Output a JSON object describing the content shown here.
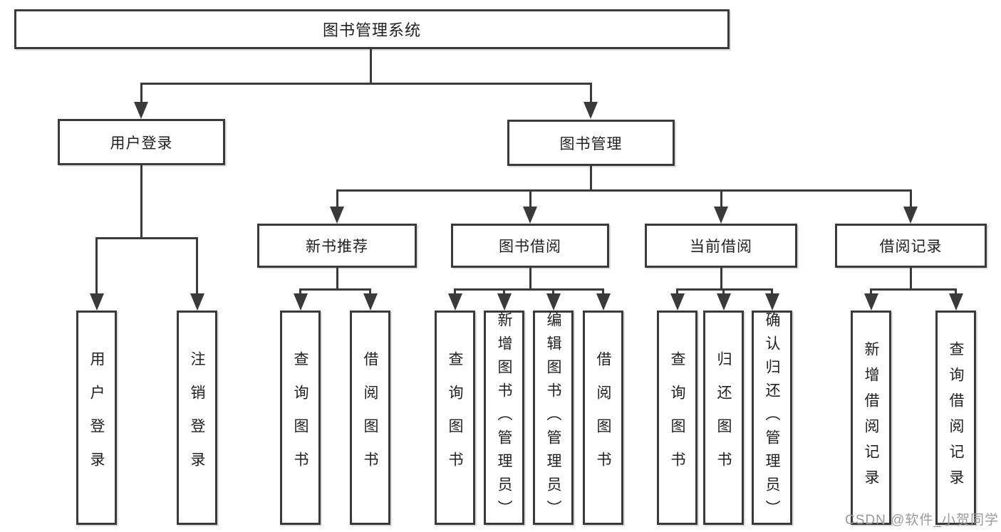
{
  "diagram_title": "图书管理系统",
  "watermark": "CSDN @软件_小贺同学",
  "colors": {
    "line": "#3a3a3a",
    "text": "#212121",
    "box_background": "#ffffff",
    "page_background": "#ffffff",
    "watermark": "#9a9a9a"
  },
  "tree": {
    "root": {
      "label": "图书管理系统"
    },
    "branches": [
      {
        "label": "用户登录",
        "children": [
          {
            "label": "用户登录"
          },
          {
            "label": "注销登录"
          }
        ]
      },
      {
        "label": "图书管理",
        "children": [
          {
            "label": "新书推荐",
            "children": [
              {
                "label": "查询图书"
              },
              {
                "label": "借阅图书"
              }
            ]
          },
          {
            "label": "图书借阅",
            "children": [
              {
                "label": "查询图书"
              },
              {
                "label": "新增图书（管理员）"
              },
              {
                "label": "编辑图书（管理员）"
              },
              {
                "label": "借阅图书"
              }
            ]
          },
          {
            "label": "当前借阅",
            "children": [
              {
                "label": "查询图书"
              },
              {
                "label": "归还图书"
              },
              {
                "label": "确认归还（管理员）"
              }
            ]
          },
          {
            "label": "借阅记录",
            "children": [
              {
                "label": "新增借阅记录"
              },
              {
                "label": "查询借阅记录"
              }
            ]
          }
        ]
      }
    ]
  }
}
